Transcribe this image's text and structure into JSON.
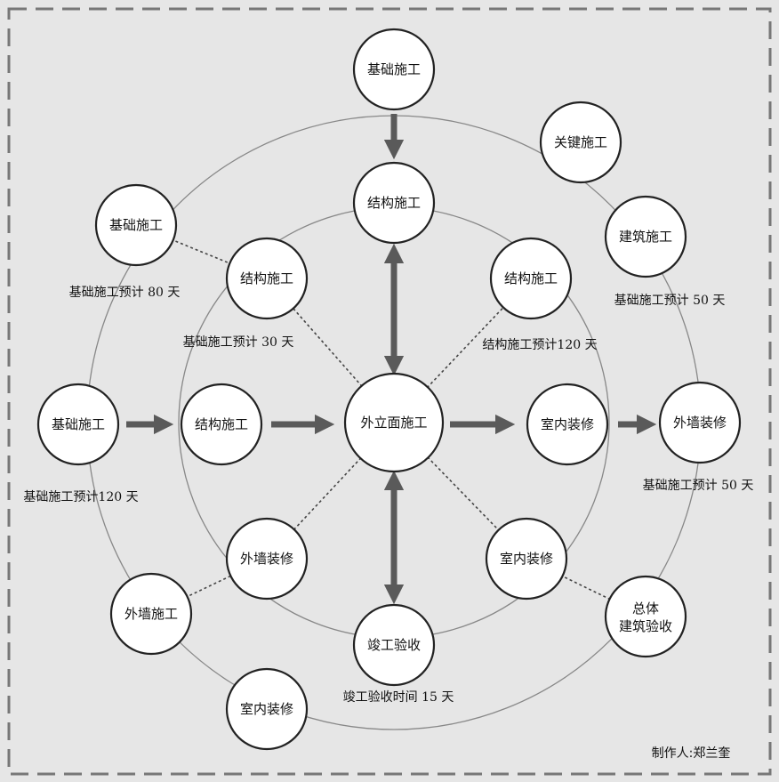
{
  "nodes": {
    "top": "基础施工",
    "key": "关键施工",
    "left_upper": "基础施工",
    "build": "建筑施工",
    "inner_top": "结构施工",
    "inner_tl": "结构施工",
    "inner_tr": "结构施工",
    "left": "基础施工",
    "inner_left": "结构施工",
    "center": "外立面施工",
    "inner_right": "室内装修",
    "right": "外墙装修",
    "inner_bl": "外墙装修",
    "inner_br": "室内装修",
    "bl": "外墙施工",
    "accept_line1": "总体",
    "accept_line2": "建筑验收",
    "bottom": "竣工验收",
    "bottom_left": "室内装修"
  },
  "captions": {
    "c1": "基础施工预计 80 天",
    "c2": "基础施工预计 30 天",
    "c3": "基础施工预计 50 天",
    "c4": "结构施工预计120 天",
    "c5": "基础施工预计120 天",
    "c6": "基础施工预计 50 天",
    "c7": "竣工验收时间 15 天"
  },
  "credit": "制作人:郑兰奎"
}
